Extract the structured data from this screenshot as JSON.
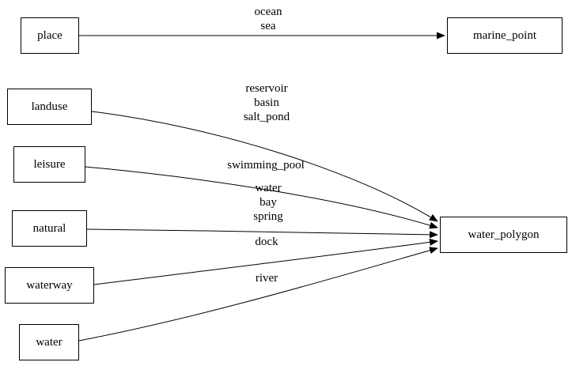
{
  "diagram": {
    "background": "#ffffff",
    "stroke_color": "#000000",
    "nodes": [
      {
        "id": "place",
        "label": "place"
      },
      {
        "id": "landuse",
        "label": "landuse"
      },
      {
        "id": "leisure",
        "label": "leisure"
      },
      {
        "id": "natural",
        "label": "natural"
      },
      {
        "id": "waterway",
        "label": "waterway"
      },
      {
        "id": "water",
        "label": "water"
      },
      {
        "id": "marine_point",
        "label": "marine_point"
      },
      {
        "id": "water_polygon",
        "label": "water_polygon"
      }
    ],
    "edges": [
      {
        "from": "place",
        "to": "marine_point",
        "labels": [
          "ocean",
          "sea"
        ]
      },
      {
        "from": "landuse",
        "to": "water_polygon",
        "labels": [
          "reservoir",
          "basin",
          "salt_pond"
        ]
      },
      {
        "from": "leisure",
        "to": "water_polygon",
        "labels": [
          "swimming_pool"
        ]
      },
      {
        "from": "natural",
        "to": "water_polygon",
        "labels": [
          "water",
          "bay",
          "spring"
        ]
      },
      {
        "from": "waterway",
        "to": "water_polygon",
        "labels": [
          "dock"
        ]
      },
      {
        "from": "water",
        "to": "water_polygon",
        "labels": [
          "river"
        ]
      }
    ]
  }
}
